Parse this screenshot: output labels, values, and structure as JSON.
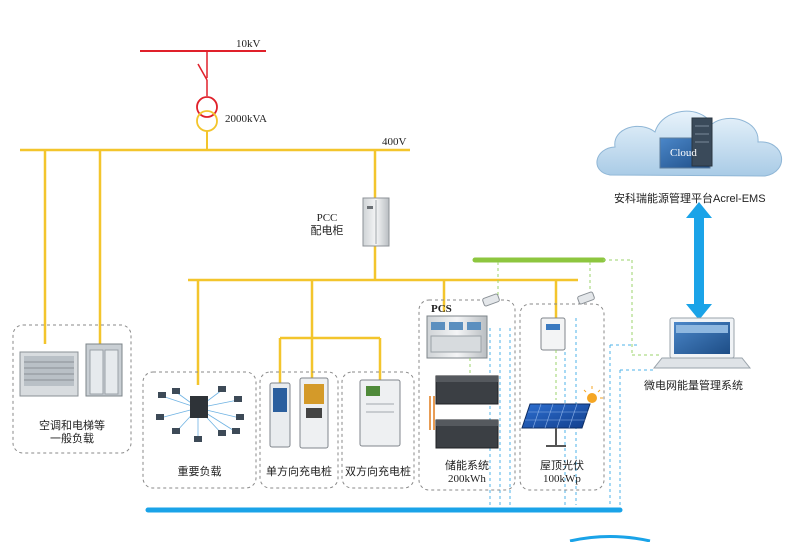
{
  "grid": {
    "voltage_hv": "10kV",
    "transformer_rating": "2000kVA",
    "voltage_lv": "400V"
  },
  "pcc": {
    "line1": "PCC",
    "line2": "配电柜"
  },
  "cloud": {
    "label": "Cloud",
    "platform": "安科瑞能源管理平台Acrel-EMS"
  },
  "ems": {
    "label": "微电网能量管理系统"
  },
  "loads": {
    "general": {
      "line1": "空调和电梯等",
      "line2": "一般负载"
    },
    "important": {
      "label": "重要负载"
    },
    "unidirectional_charger": {
      "label": "单方向充电桩"
    },
    "bidirectional_charger": {
      "label": "双方向充电桩"
    }
  },
  "storage": {
    "pcs": "PCS",
    "label": "储能系统",
    "capacity": "200kWh"
  },
  "pv": {
    "label": "屋顶光伏",
    "capacity": "100kWp"
  },
  "colors": {
    "hv_line": "#e0202a",
    "ac_bus": "#f3c52c",
    "dc_bus": "#8dc63f",
    "comm_bus": "#1aa3e8",
    "comm_dash": "#4fb3e8",
    "device_dash": "#9bd36b"
  }
}
